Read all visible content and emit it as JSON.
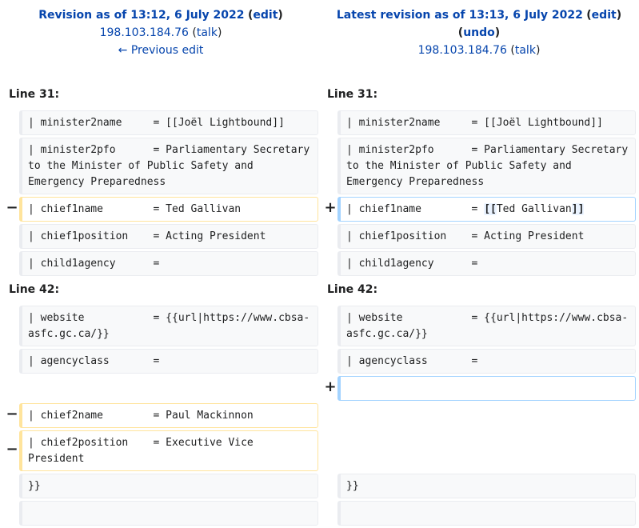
{
  "left_header": {
    "title": "Revision as of 13:12, 6 July 2022",
    "edit": "edit",
    "user": "198.103.184.76",
    "talk": "talk",
    "prev": "← Previous edit"
  },
  "right_header": {
    "title": "Latest revision as of 13:13, 6 July 2022",
    "edit": "edit",
    "undo": "undo",
    "user": "198.103.184.76",
    "talk": "talk"
  },
  "diff": {
    "line_a_left": "Line 31:",
    "line_a_right": "Line 31:",
    "line_b_left": "Line 42:",
    "line_b_right": "Line 42:",
    "minus": "−",
    "plus": "+",
    "open_brackets": "[[",
    "close_brackets": "]]",
    "added_name_inner": "Ted Gallivan",
    "rows": {
      "minister2name": "| minister2name     = [[Joël Lightbound]]",
      "minister2pfo": "| minister2pfo      = Parliamentary Secretary to the Minister of Public Safety and Emergency Preparedness",
      "chief1name_old": "| chief1name        = Ted Gallivan",
      "chief1name_new_prefix": "| chief1name        = ",
      "chief1position": "| chief1position    = Acting President",
      "child1agency": "| child1agency      =",
      "website": "| website           = {{url|https://www.cbsa-asfc.gc.ca/}}",
      "agencyclass": "| agencyclass       =",
      "chief2name": "| chief2name        = Paul Mackinnon",
      "chief2position": "| chief2position    = Executive Vice President",
      "close": "}}",
      "empty": ""
    }
  }
}
